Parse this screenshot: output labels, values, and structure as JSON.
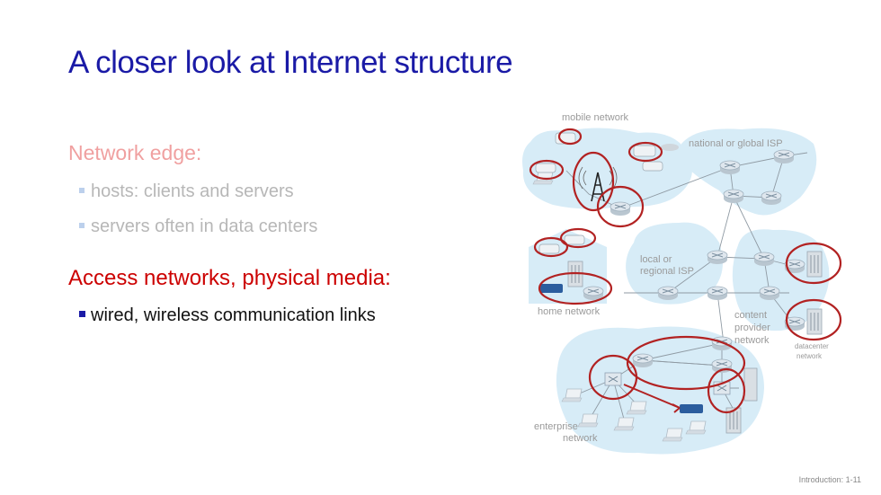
{
  "slide": {
    "title": "A closer look at Internet structure",
    "section_edge": "Network edge:",
    "edge_bullets": [
      "hosts: clients and servers",
      "servers often in data centers"
    ],
    "section_access": "Access networks, physical media:",
    "access_bullets": [
      "wired, wireless communication links"
    ],
    "footer": "Introduction: 1-11"
  },
  "diagram": {
    "labels": {
      "mobile": "mobile network",
      "national": "national or global ISP",
      "local_1": "local or",
      "local_2": "regional ISP",
      "home": "home network",
      "content_1": "content",
      "content_2": "provider",
      "content_3": "network",
      "datacenter_1": "datacenter",
      "datacenter_2": "network",
      "enterprise_1": "enterprise",
      "enterprise_2": "network"
    },
    "colors": {
      "cloud": "#d7ecf7",
      "highlight": "#b22222",
      "router": "#cfd8df"
    }
  }
}
